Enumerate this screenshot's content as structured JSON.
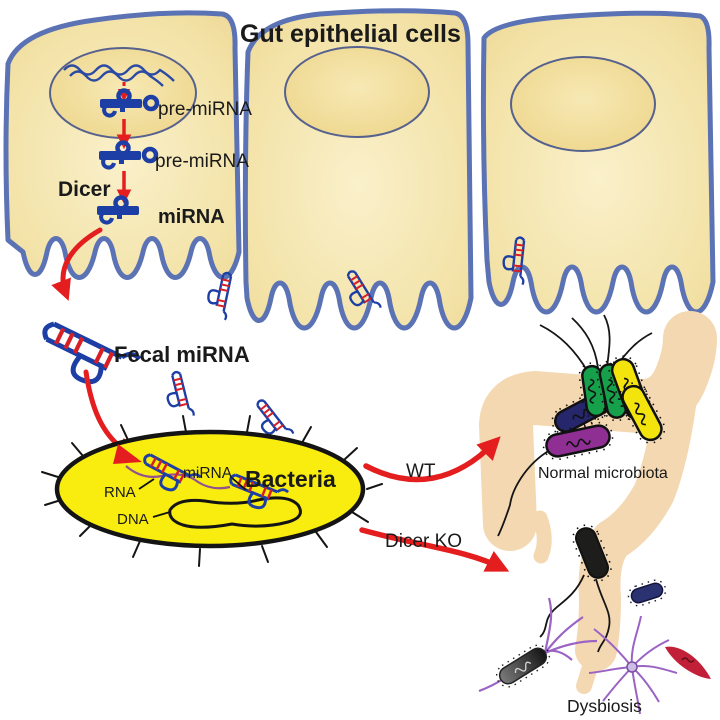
{
  "title": "Gut epithelial cells",
  "pathway": {
    "pre_mirna_1": "pre-miRNA",
    "pre_mirna_2": "pre-miRNA",
    "dicer": "Dicer",
    "mirna": "miRNA"
  },
  "fecal": {
    "label": "Fecal miRNA"
  },
  "bacterium": {
    "name": "Bacteria",
    "mirna_label": "miRNA",
    "rna_label": "RNA",
    "dna_label": "DNA"
  },
  "branches": {
    "wt": "WT",
    "dicer_ko": "Dicer KO"
  },
  "outcomes": {
    "normal": "Normal microbiota",
    "dysbiosis": "Dysbiosis"
  },
  "colors": {
    "cell_fill": "#f0dd9f",
    "membrane_blue": "#5b73b4",
    "nucleus_fill": "#eed88f",
    "arrow_red": "#e41e1f",
    "rna_blue": "#1d3fa5",
    "rna_red": "#d81f26",
    "bacteria_yellow": "#f8ed0f",
    "intestine_peach": "#f4d8b2",
    "microbiota_navy": "#26266c",
    "microbiota_green": "#17a04b",
    "microbiota_yellow": "#f4e40e",
    "microbiota_purple": "#8f2f93",
    "dysbiosis_black": "#1d1d1b",
    "dysbiosis_red": "#c22038",
    "flagella_purple": "#9a63c4"
  }
}
